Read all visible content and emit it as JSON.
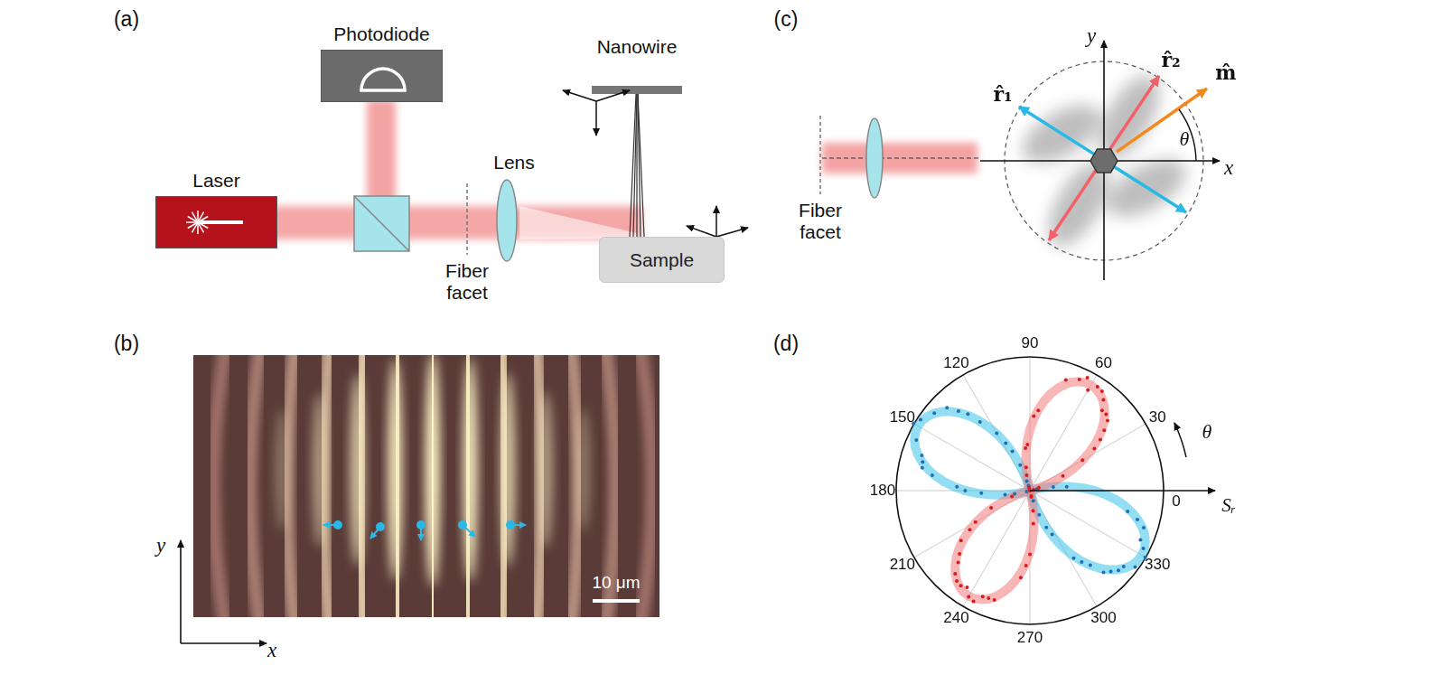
{
  "diagram": {
    "nodes": [
      {
        "text": [
          "Laser"
        ]
      },
      {
        "text": [
          "Photodiode"
        ]
      },
      {
        "text": [
          "Sample"
        ]
      }
    ],
    "labels": [
      "(a)",
      "Nanowire",
      "Lens",
      "Fiber facet",
      "(b)",
      "10 μm",
      "y",
      "x",
      "(c)",
      "Fiber facet",
      "y",
      "x",
      "r̂₁",
      "r̂₂",
      "m̂",
      "θ",
      "(d)",
      "90",
      "60",
      "30",
      "0",
      "330",
      "300",
      "270",
      "240",
      "210",
      "180",
      "150",
      "120",
      "θ",
      "Sᵣ"
    ]
  }
}
